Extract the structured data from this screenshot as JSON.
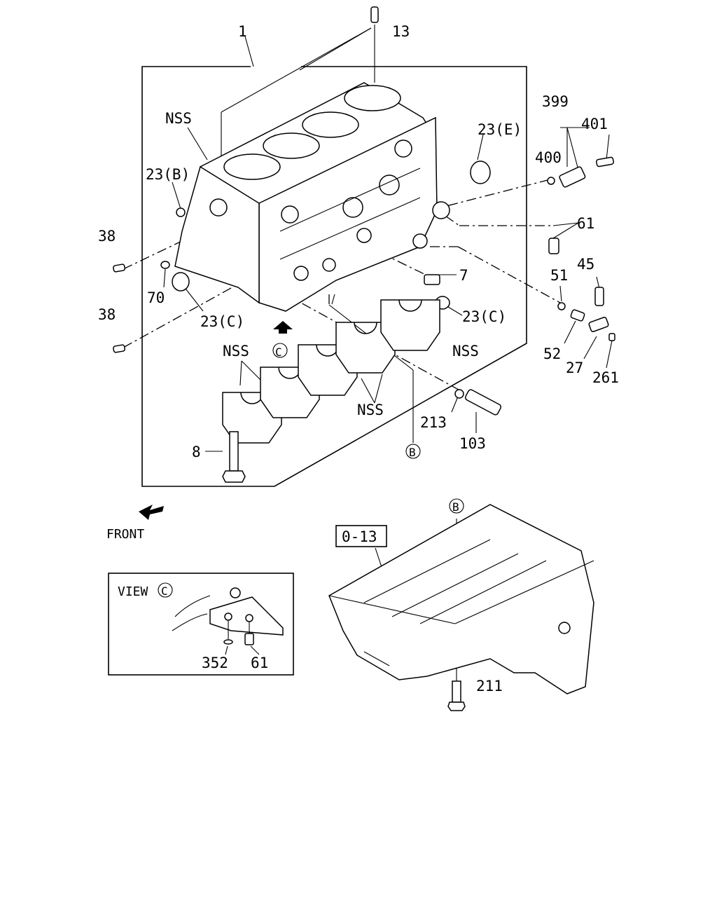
{
  "callouts": {
    "c1": "1",
    "c13": "13",
    "nss_top": "NSS",
    "c23b": "23(B)",
    "c38a": "38",
    "c38b": "38",
    "c70": "70",
    "c23c_left": "23(C)",
    "c23e": "23(E)",
    "c399": "399",
    "c400": "400",
    "c401": "401",
    "c61": "61",
    "c7": "7",
    "c23c_mid": "23(C)",
    "c45": "45",
    "c51": "51",
    "c52": "52",
    "c27": "27",
    "c261": "261",
    "nss_left": "NSS",
    "nss_mid": "NSS",
    "nss_right": "NSS",
    "c213": "213",
    "c103": "103",
    "c8": "8",
    "c211": "211"
  },
  "markers": {
    "view_c": "C",
    "b_top": "B",
    "b_bottom": "B"
  },
  "front": "FRONT",
  "ref_box": "0-13",
  "view": {
    "title": "VIEW",
    "marker": "C",
    "c352": "352",
    "c61": "61"
  }
}
